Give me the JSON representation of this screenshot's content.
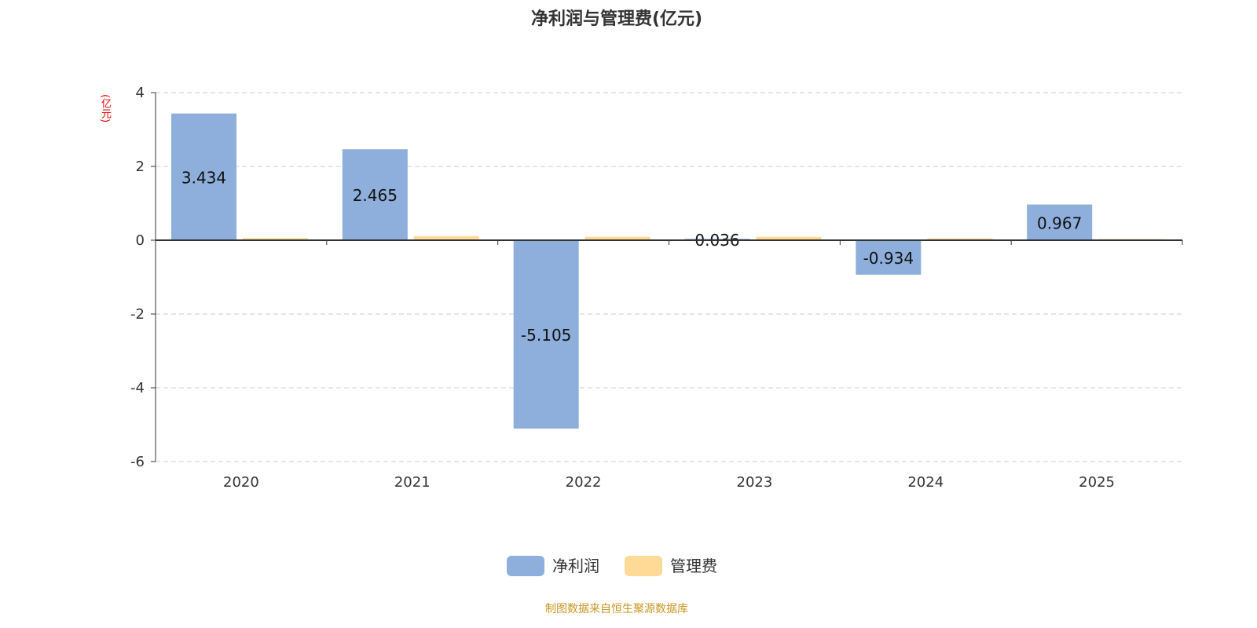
{
  "chart_data": {
    "type": "bar",
    "title": "净利润与管理费(亿元)",
    "ylabel": "(亿元)",
    "categories": [
      "2020",
      "2021",
      "2022",
      "2023",
      "2024",
      "2025"
    ],
    "series": [
      {
        "name": "净利润",
        "color": "#8eaedb",
        "values": [
          3.434,
          2.465,
          -5.105,
          0.036,
          -0.934,
          0.967
        ],
        "labels": [
          "3.434",
          "2.465",
          "-5.105",
          "0.036",
          "-0.934",
          "0.967"
        ]
      },
      {
        "name": "管理费",
        "color": "#ffd996",
        "values": [
          0.06,
          0.11,
          0.09,
          0.09,
          0.05,
          0.03
        ]
      }
    ],
    "ylim": [
      -6,
      4
    ],
    "yticks": [
      "4",
      "2",
      "0",
      "-2",
      "-4",
      "-6"
    ],
    "grid": true,
    "legend": "bottom-center"
  },
  "source": "制图数据来自恒生聚源数据库"
}
